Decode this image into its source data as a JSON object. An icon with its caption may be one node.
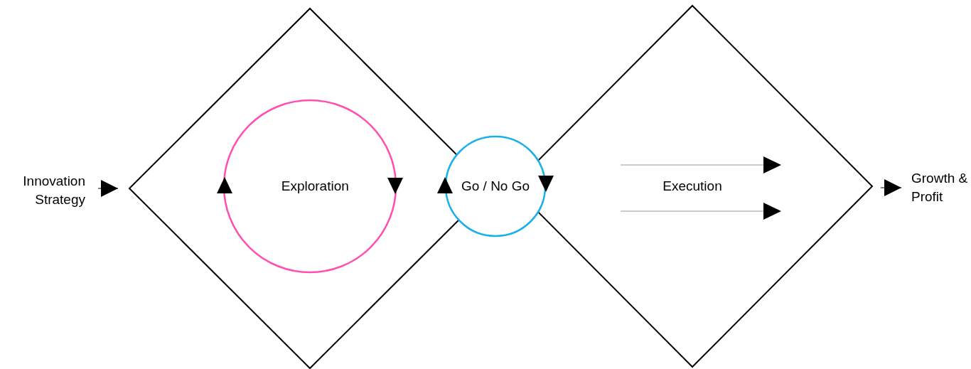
{
  "diagram": {
    "nodes": [
      {
        "text": [
          "Innovation Strategy"
        ]
      },
      {
        "text": [],
        "shape": "diamond"
      },
      {
        "text": [
          "Exploration"
        ],
        "in": 1
      },
      {
        "text": [
          "Go / No Go"
        ]
      },
      {
        "text": [
          "Execution"
        ]
      },
      {
        "text": [
          "Growth & Profit"
        ]
      }
    ],
    "edges": [
      {
        "from": 0,
        "to": 1,
        "arrow": "to"
      },
      {
        "from": 4,
        "to": 5,
        "arrow": "to"
      }
    ]
  }
}
